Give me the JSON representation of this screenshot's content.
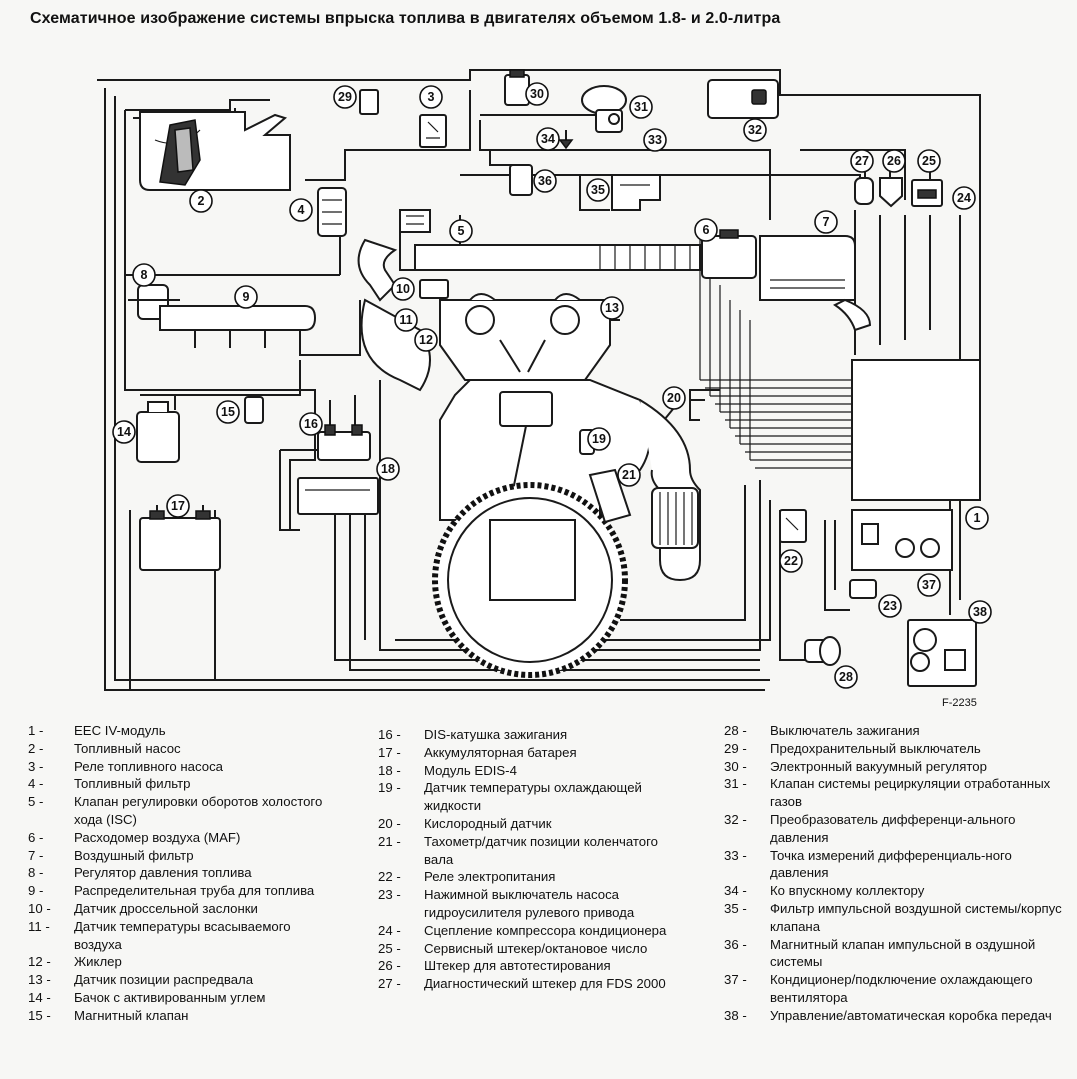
{
  "title": "Схематичное изображение системы впрыска топлива в двигателях объемом 1.8- и 2.0-литра",
  "figure_ref": "F-2235",
  "extra_labels": {
    "arrow_34": "34"
  },
  "legend": {
    "col1": [
      {
        "num": "1",
        "text": "EEC IV-модуль"
      },
      {
        "num": "2",
        "text": "Топливный насос"
      },
      {
        "num": "3",
        "text": "Реле топливного насоса"
      },
      {
        "num": "4",
        "text": "Топливный фильтр"
      },
      {
        "num": "5",
        "text": "Клапан регулировки оборотов холостого хода (ISC)"
      },
      {
        "num": "6",
        "text": "Расходомер воздуха (MAF)"
      },
      {
        "num": "7",
        "text": "Воздушный фильтр"
      },
      {
        "num": "8",
        "text": "Регулятор давления топлива"
      },
      {
        "num": "9",
        "text": "Распределительная труба для топлива"
      },
      {
        "num": "10",
        "text": "Датчик дроссельной заслонки"
      },
      {
        "num": "11",
        "text": "Датчик температуры всасываемого воздуха"
      },
      {
        "num": "12",
        "text": "Жиклер"
      },
      {
        "num": "13",
        "text": "Датчик позиции распредвала"
      },
      {
        "num": "14",
        "text": "Бачок с активированным углем"
      },
      {
        "num": "15",
        "text": "Магнитный клапан"
      }
    ],
    "col2": [
      {
        "num": "16",
        "text": "DIS-катушка зажигания"
      },
      {
        "num": "17",
        "text": "Аккумуляторная батарея"
      },
      {
        "num": "18",
        "text": "Модуль EDIS-4"
      },
      {
        "num": "19",
        "text": "Датчик температуры охлаждающей жидкости"
      },
      {
        "num": "20",
        "text": "Кислородный датчик"
      },
      {
        "num": "21",
        "text": "Тахометр/датчик позиции коленчатого вала"
      },
      {
        "num": "22",
        "text": "Реле электропитания"
      },
      {
        "num": "23",
        "text": "Нажимной выключатель насоса гидроусилителя рулевого привода"
      },
      {
        "num": "24",
        "text": "Сцепление компрессора кондиционера"
      },
      {
        "num": "25",
        "text": "Сервисный штекер/октановое число"
      },
      {
        "num": "26",
        "text": "Штекер для автотестирования"
      },
      {
        "num": "27",
        "text": "Диагностический штекер для FDS 2000"
      }
    ],
    "col3": [
      {
        "num": "28",
        "text": "Выключатель зажигания"
      },
      {
        "num": "29",
        "text": "Предохранительный выключатель"
      },
      {
        "num": "30",
        "text": "Электронный вакуумный регулятор"
      },
      {
        "num": "31",
        "text": "Клапан системы рециркуляции отработанных газов"
      },
      {
        "num": "32",
        "text": "Преобразователь дифференци-ального давления"
      },
      {
        "num": "33",
        "text": "Точка измерений дифференциаль-ного давления"
      },
      {
        "num": "34",
        "text": "Ко впускному коллектору"
      },
      {
        "num": "35",
        "text": "Фильтр импульсной воздушной системы/корпус клапана"
      },
      {
        "num": "36",
        "text": "Магнитный клапан импульсной в оздушной системы"
      },
      {
        "num": "37",
        "text": "Кондиционер/подключение охлаждающего вентилятора"
      },
      {
        "num": "38",
        "text": "Управление/автоматическая коробка передач"
      }
    ]
  }
}
